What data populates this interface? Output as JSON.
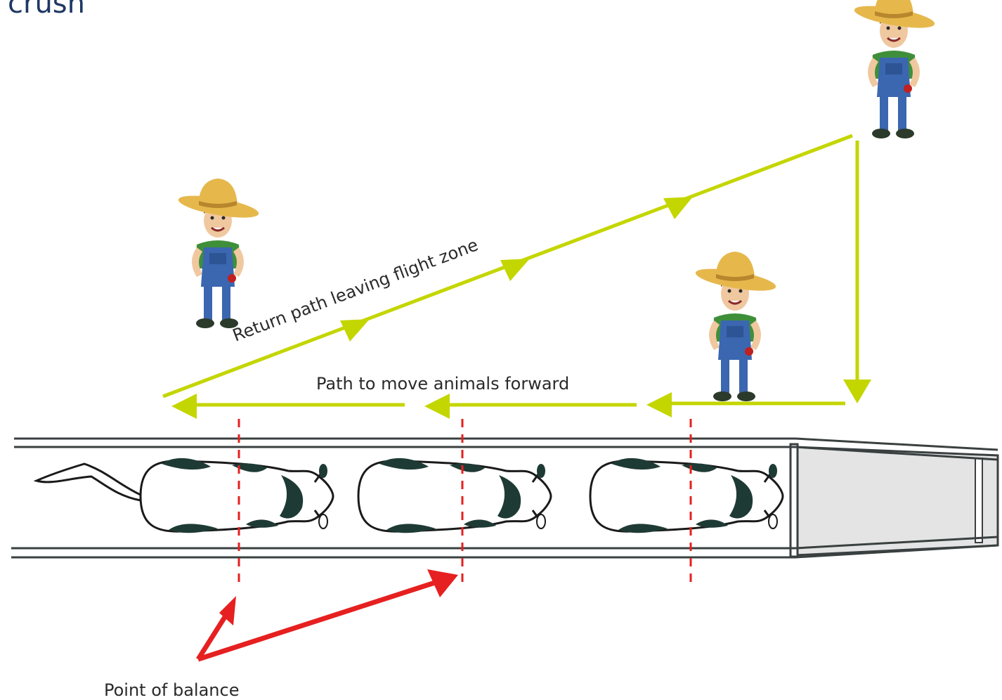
{
  "header": {
    "title": "crush"
  },
  "labels": {
    "return_path": "Return path leaving flight zone",
    "forward_path": "Path to move animals forward",
    "balance": "Point of balance"
  },
  "colors": {
    "path_arrow": "#c4d600",
    "balance_arrow": "#e62020",
    "balance_line": "#e62020",
    "race_rail": "#3a4040",
    "cow_patch": "#1e3a34",
    "heading_text": "#1f3864",
    "farmer_hat": "#e6b84c",
    "farmer_shirt": "#3f8f3a",
    "farmer_overalls": "#3b66b0"
  },
  "icons": {
    "handler": "farmer-icon",
    "animal": "cow-topview-icon"
  }
}
